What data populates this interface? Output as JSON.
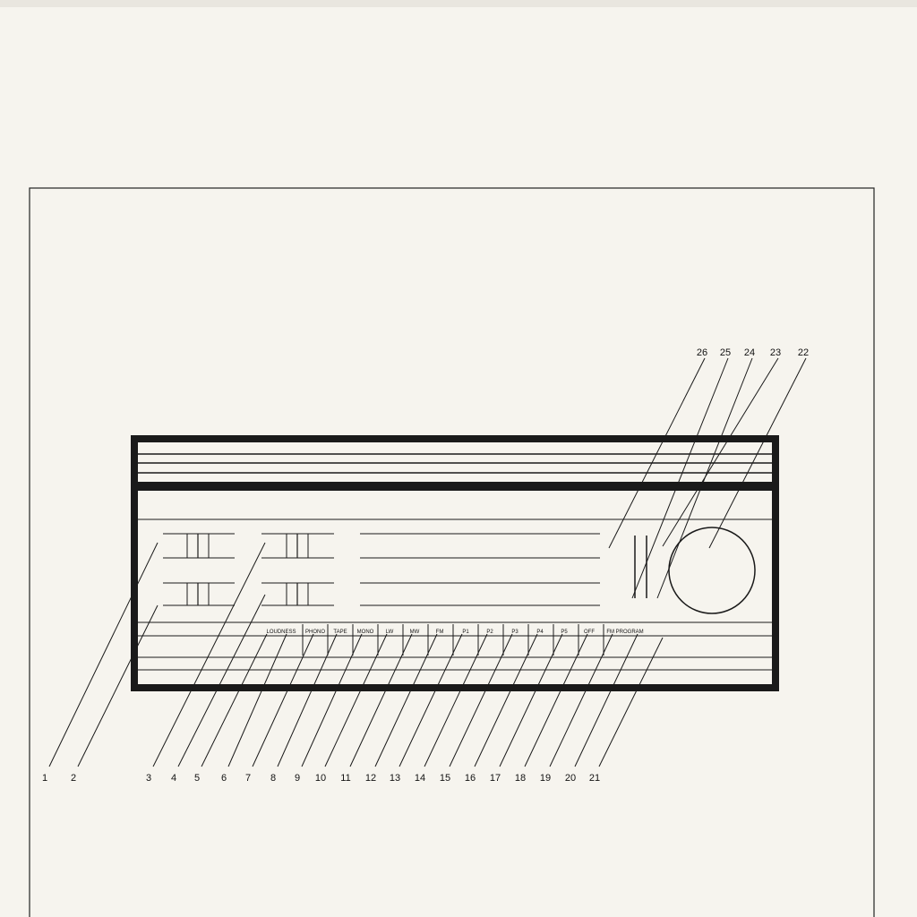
{
  "diagram": {
    "button_labels": [
      "LOUDNESS",
      "PHONO",
      "TAPE",
      "MONO",
      "LW",
      "MW",
      "FM",
      "P1",
      "P2",
      "P3",
      "P4",
      "P5",
      "OFF",
      "FM PROGRAM"
    ],
    "callouts_bottom": [
      "1",
      "2",
      "3",
      "4",
      "5",
      "6",
      "7",
      "8",
      "9",
      "10",
      "11",
      "12",
      "13",
      "14",
      "15",
      "16",
      "17",
      "18",
      "19",
      "20",
      "21"
    ],
    "callouts_top": [
      "26",
      "25",
      "24",
      "23",
      "22"
    ],
    "colors": {
      "ink": "#1a1a1a",
      "paper": "#f6f4ee",
      "frame": "#222222"
    }
  }
}
